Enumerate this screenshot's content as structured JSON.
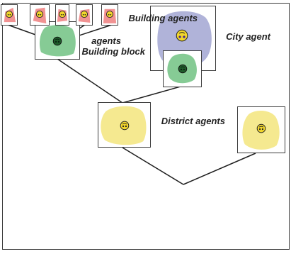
{
  "labels": {
    "city": "City agent",
    "district": "District agents",
    "block_line1": "Building block",
    "block_line2": "agents",
    "building": "Building agents"
  },
  "colors": {
    "city": "#a9acd6",
    "district": "#f4e88a",
    "block": "#7fc88f",
    "building_fill": "#f08c8c",
    "face_yellow": "#f2d62b",
    "eye_purple": "#4b2a84",
    "eye_green": "#1f5c2b"
  },
  "icons": [
    "smiley-face-icon"
  ]
}
